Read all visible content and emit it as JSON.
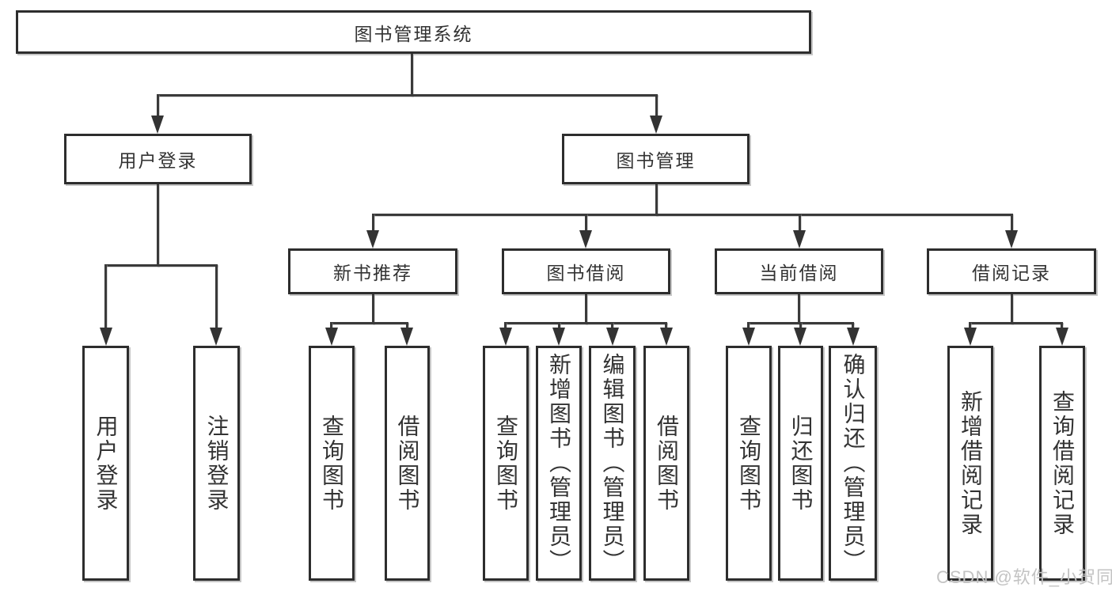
{
  "tree": {
    "label": "图书管理系统",
    "children": [
      {
        "label": "用户登录",
        "children": [
          {
            "label": "用户登录"
          },
          {
            "label": "注销登录"
          }
        ]
      },
      {
        "label": "图书管理",
        "children": [
          {
            "label": "新书推荐",
            "children": [
              {
                "label": "查询图书"
              },
              {
                "label": "借阅图书"
              }
            ]
          },
          {
            "label": "图书借阅",
            "children": [
              {
                "label": "查询图书"
              },
              {
                "label": "新增图书（管理员）"
              },
              {
                "label": "编辑图书（管理员）"
              },
              {
                "label": "借阅图书"
              }
            ]
          },
          {
            "label": "当前借阅",
            "children": [
              {
                "label": "查询图书"
              },
              {
                "label": "归还图书"
              },
              {
                "label": "确认归还（管理员）"
              }
            ]
          },
          {
            "label": "借阅记录",
            "children": [
              {
                "label": "新增借阅记录"
              },
              {
                "label": "查询借阅记录"
              }
            ]
          }
        ]
      }
    ]
  },
  "watermark": {
    "text": "CSDN @软件_小贺同学"
  },
  "colors": {
    "line": "#3a3a3a",
    "box_border": "#2d2d2d",
    "text": "#333333",
    "watermark": "#c3c3c3",
    "background": "#ffffff"
  }
}
